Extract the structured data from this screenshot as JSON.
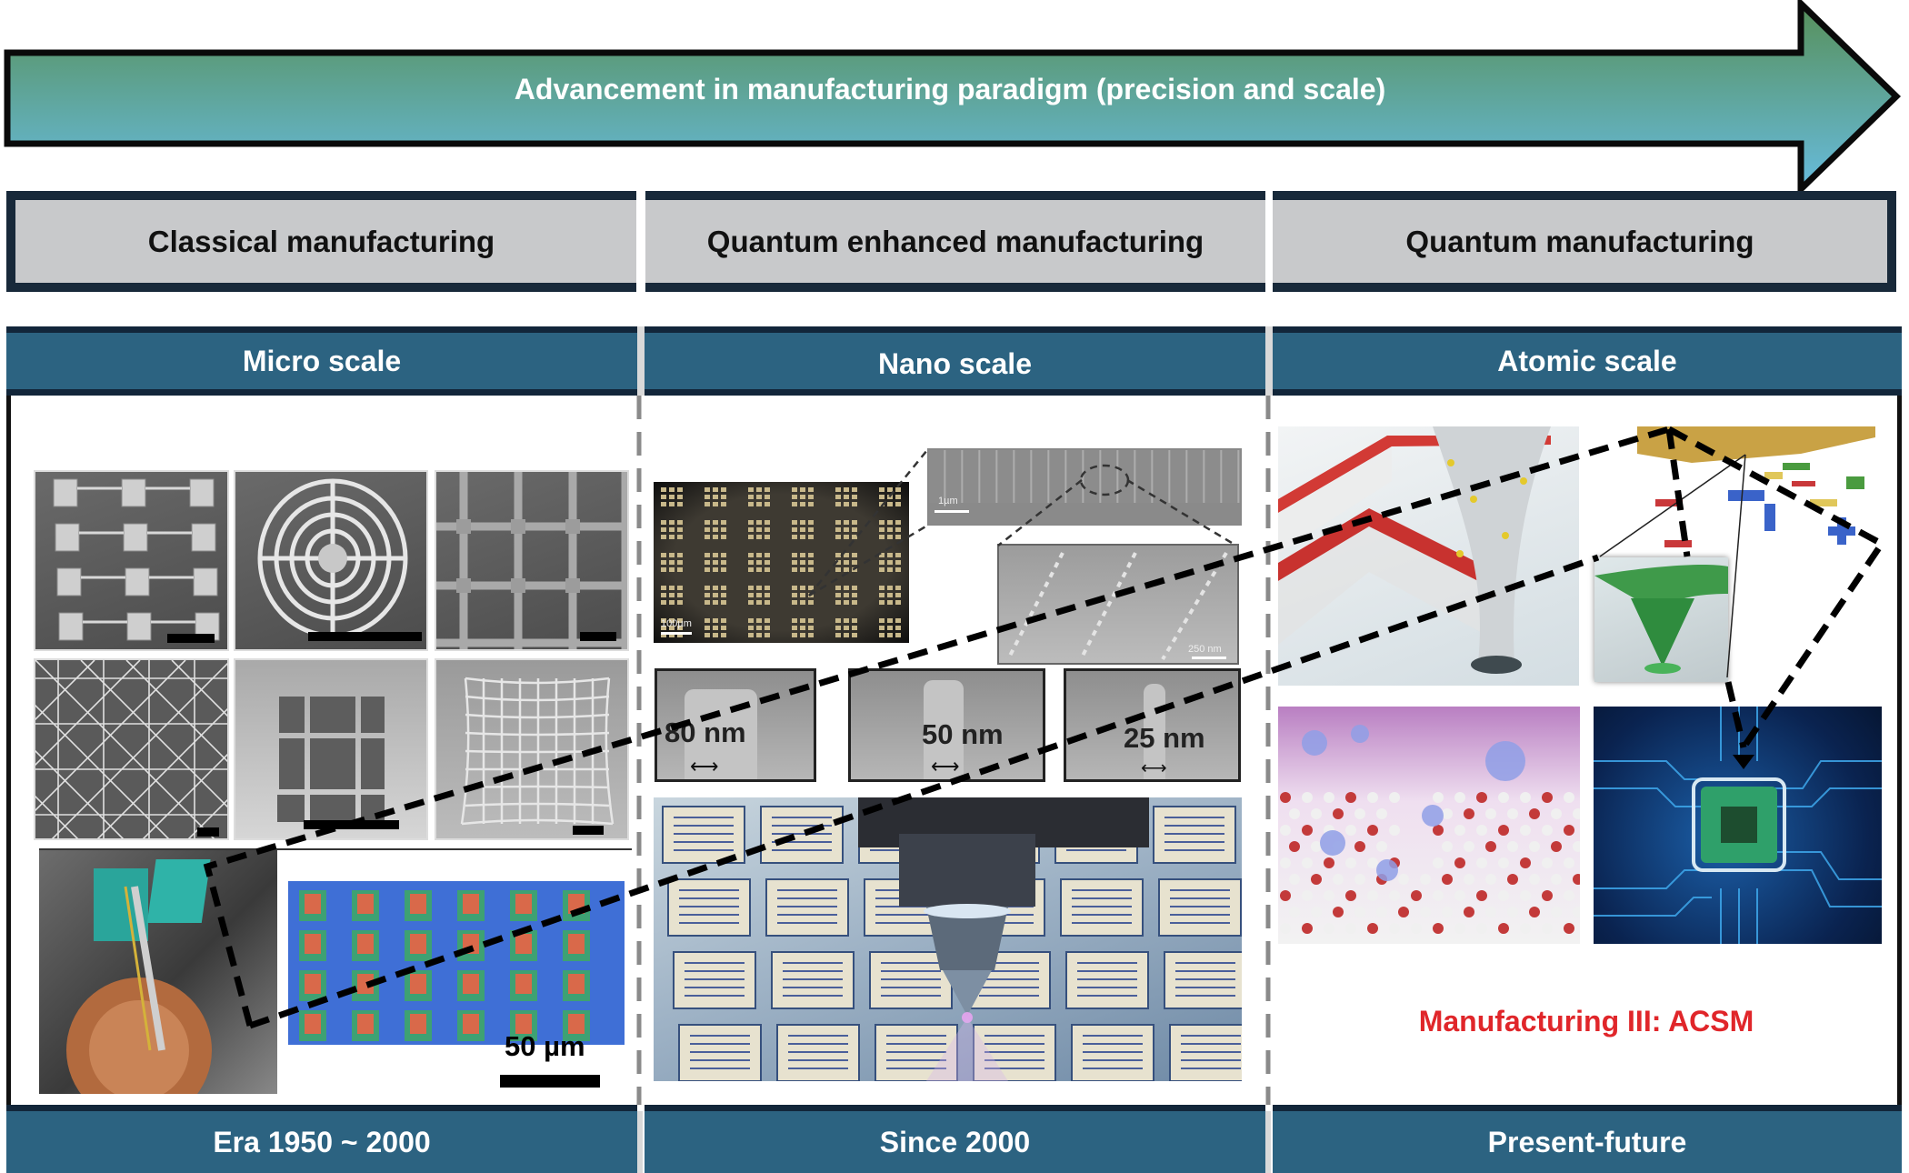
{
  "arrow": {
    "label": "Advancement in manufacturing paradigm (precision and scale)",
    "gradient_top": "#5a8f5e",
    "gradient_bottom": "#66b6d6"
  },
  "categories": [
    {
      "label": "Classical manufacturing"
    },
    {
      "label": "Quantum enhanced manufacturing"
    },
    {
      "label": "Quantum manufacturing"
    }
  ],
  "scales": [
    {
      "label": "Micro scale"
    },
    {
      "label": "Nano scale"
    },
    {
      "label": "Atomic scale"
    }
  ],
  "eras": [
    {
      "label": "Era 1950 ~ 2000"
    },
    {
      "label": "Since 2000"
    },
    {
      "label": "Present-future"
    }
  ],
  "micro": {
    "sem_images": [
      "cantilever-array-sem",
      "concentric-ring-sem",
      "hust-mse-grid-sem",
      "octet-lattice-sem",
      "cube-frame-sem",
      "curved-grid-sem"
    ],
    "bottom_images": [
      "machining-tool-photo",
      "pillar-array-3d-map"
    ],
    "scale_label": "50 µm"
  },
  "nano": {
    "optical_scale_label": "100µm",
    "sem_top_scale_label": "1µm",
    "sem_zoom_scale_label": "250 nm",
    "pillar_labels": [
      "80 nm",
      "50 nm",
      "25 nm"
    ],
    "photo": "lithography-lens-wafer-photo"
  },
  "atomic": {
    "images": [
      "monolayer-tip-render",
      "atom-manipulation-render",
      "layer-etching-render",
      "circuit-chip-render"
    ],
    "caption": "Manufacturing III: ACSM",
    "caption_color": "#e0262a"
  },
  "colors": {
    "header_blue": "#2c6381",
    "header_border": "#12263a",
    "category_gray": "#c8c9cb"
  }
}
